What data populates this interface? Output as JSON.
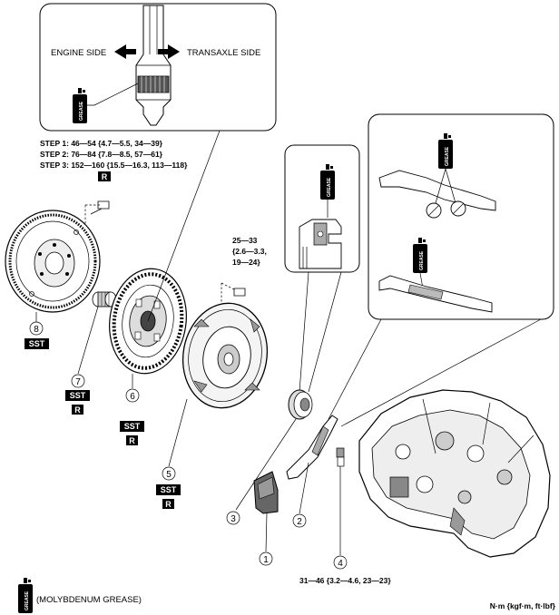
{
  "callout_top": {
    "engine_side": "ENGINE SIDE",
    "transaxle_side": "TRANSAXLE SIDE"
  },
  "grease_can_text": "GREASE",
  "torque": {
    "step1": "STEP 1: 46—54 {4.7—5.5, 34—39}",
    "step2": "STEP 2: 76—84 {7.8—8.5, 57—61}",
    "step3": "STEP 3: 152—160 {15.5—16.3, 113—118}",
    "pressure_plate_bolt": [
      "25—33",
      "{2.6—3.3,",
      "19—24}"
    ],
    "stud_bolt": "31—46 {3.2—4.6, 23—23}"
  },
  "badges": {
    "sst": "SST",
    "replace": "R"
  },
  "parts": [
    {
      "number": "1"
    },
    {
      "number": "2"
    },
    {
      "number": "3"
    },
    {
      "number": "4"
    },
    {
      "number": "5"
    },
    {
      "number": "6"
    },
    {
      "number": "7"
    },
    {
      "number": "8"
    }
  ],
  "legend": {
    "grease": "(MOLYBDENUM GREASE)",
    "units": "N·m {kgf·m, ft·lbf}"
  }
}
